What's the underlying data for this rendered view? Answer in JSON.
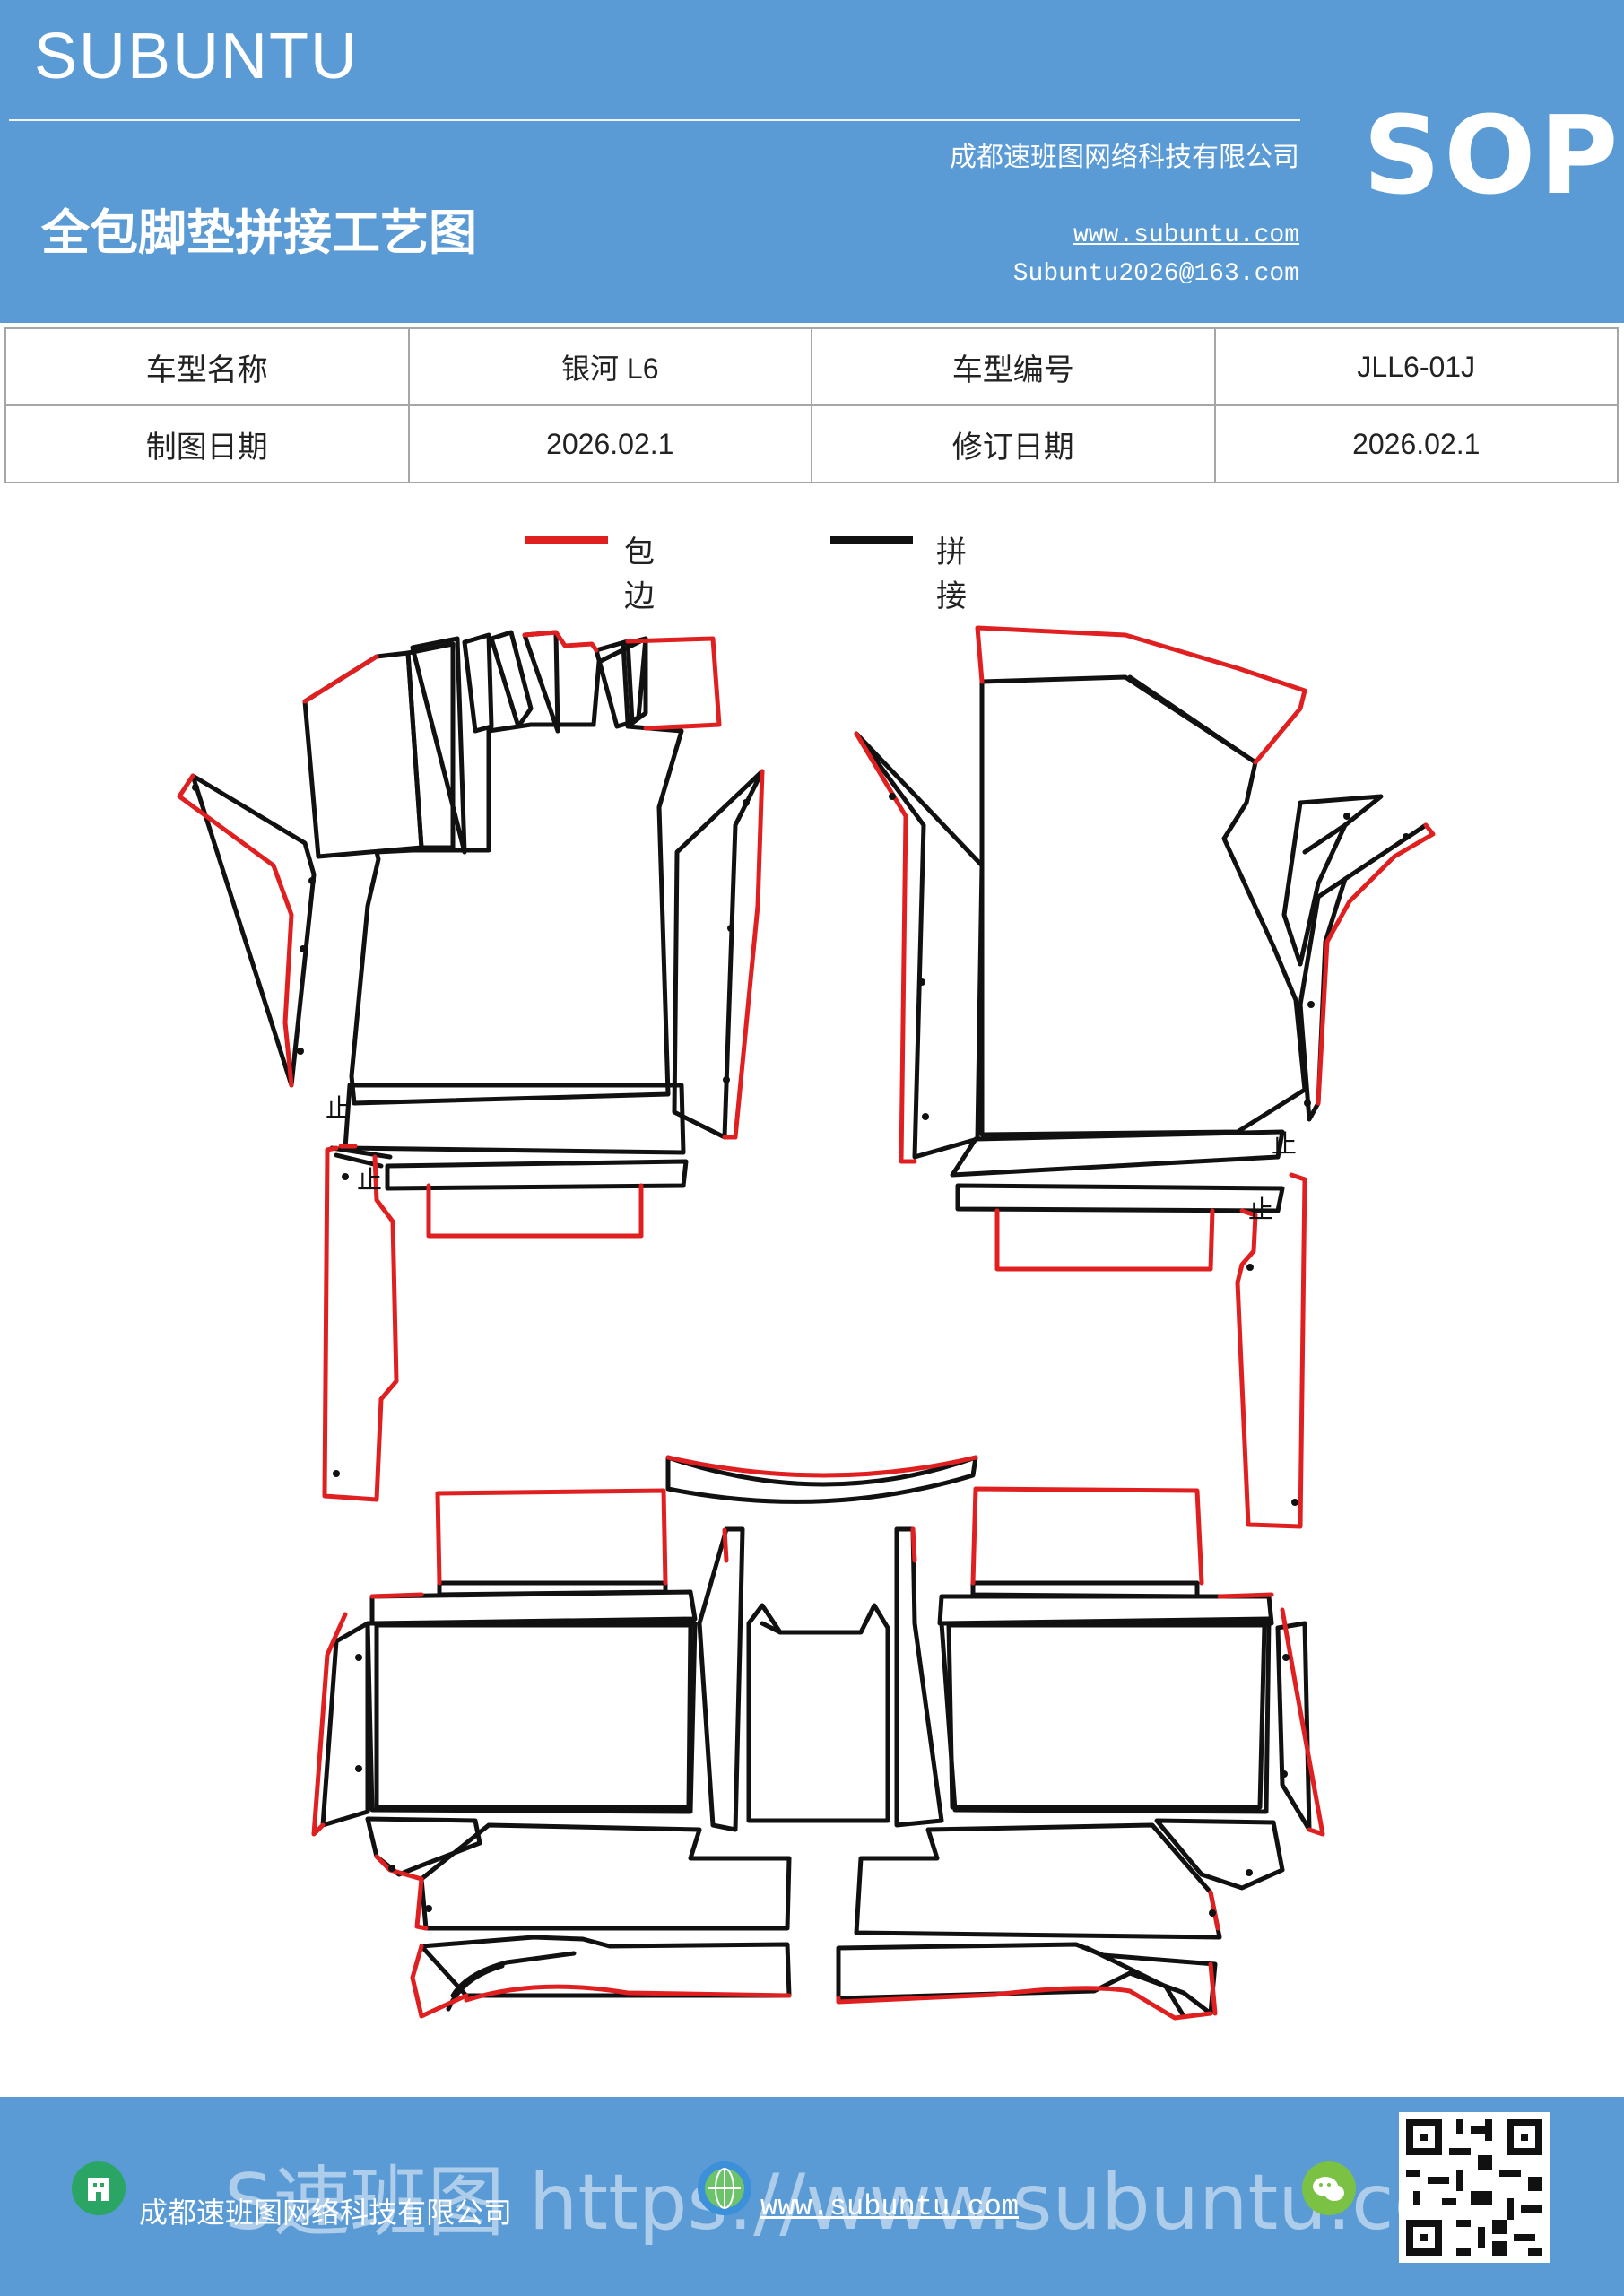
{
  "header": {
    "brand": "SUBUNTU",
    "doc_title": "全包脚垫拼接工艺图",
    "company": "成都速班图网络科技有限公司",
    "website": "www.subuntu.com",
    "email": "Subuntu2026@163.com",
    "badge": "SOP",
    "background_color": "#5b9bd5"
  },
  "info_table": {
    "rows": [
      [
        "车型名称",
        "银河 L6",
        "车型编号",
        "JLL6-01J"
      ],
      [
        "制图日期",
        "2026.02.1",
        "修订日期",
        "2026.02.1"
      ]
    ]
  },
  "legend": {
    "items": [
      {
        "label": "包边",
        "color": "#e02020"
      },
      {
        "label": "拼接",
        "color": "#111111"
      }
    ]
  },
  "diagram": {
    "edge_color": "#e02020",
    "seam_color": "#111111",
    "markers": [
      "止",
      "止",
      "止",
      "止"
    ]
  },
  "footer": {
    "company": "成都速班图网络科技有限公司",
    "website": "www.subuntu.com",
    "watermark": "S速班图 https://www.subuntu.com",
    "icons": [
      "building-icon",
      "globe-icon",
      "wechat-icon",
      "qr-code"
    ]
  }
}
